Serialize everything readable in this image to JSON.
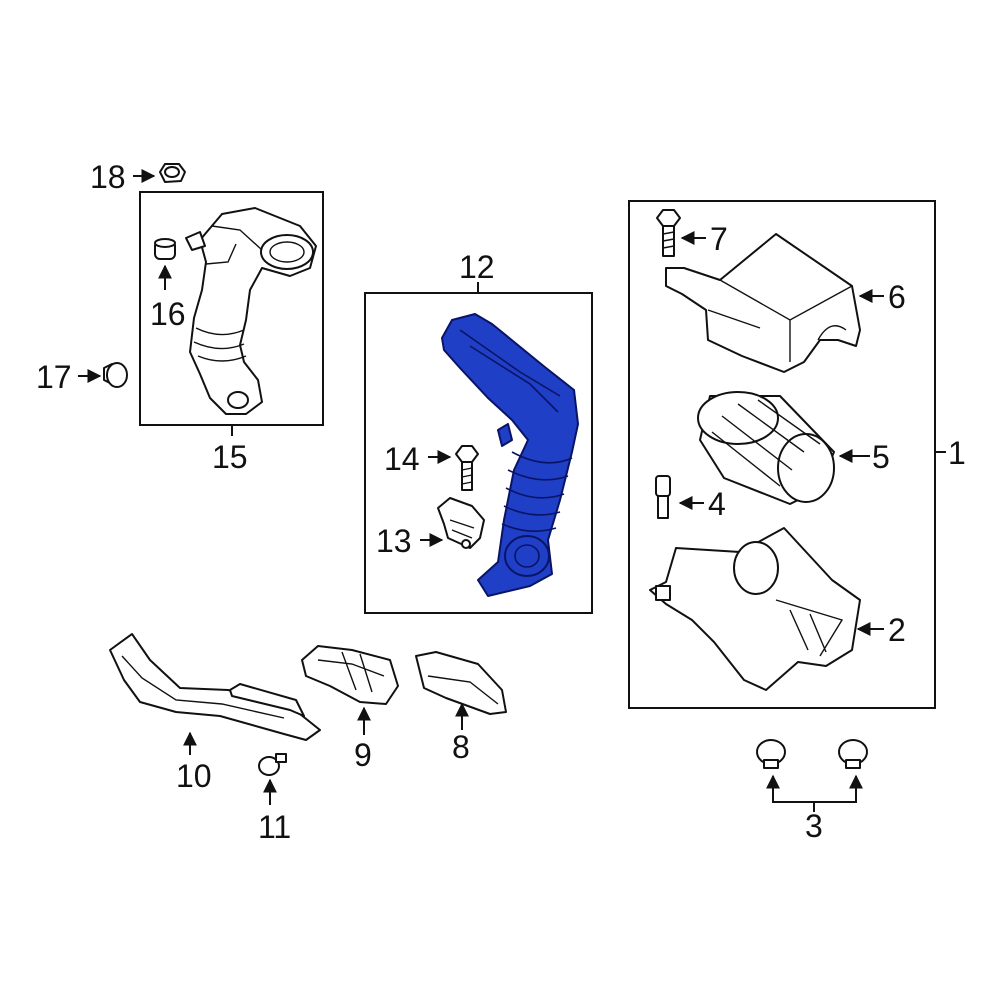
{
  "accent_color": "#1f3fc7",
  "callouts": {
    "c1": "1",
    "c2": "2",
    "c3": "3",
    "c4": "4",
    "c5": "5",
    "c6": "6",
    "c7": "7",
    "c8": "8",
    "c9": "9",
    "c10": "10",
    "c11": "11",
    "c12": "12",
    "c13": "13",
    "c14": "14",
    "c15": "15",
    "c16": "16",
    "c17": "17",
    "c18": "18"
  }
}
